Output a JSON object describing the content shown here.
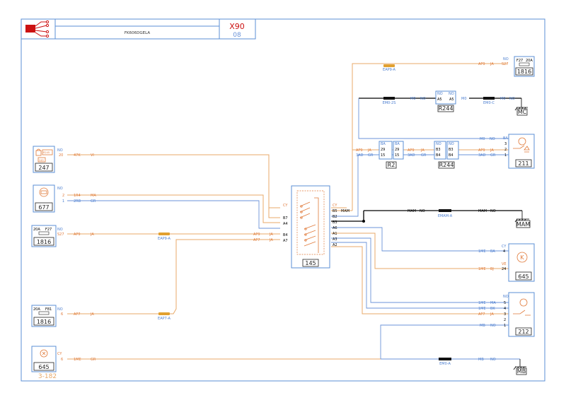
{
  "header": {
    "title": "FK606DGELA",
    "page_code": "X90",
    "page_number": "08",
    "page_ref": "3-182"
  },
  "colors": {
    "frame": "#5b8fd6",
    "wire_blue": "#6b93d8",
    "wire_orange": "#e8a968",
    "label_blue": "#4d7fd0",
    "label_orange": "#e07a3a",
    "connector": "#e1a030",
    "black": "#000000",
    "logo_red": "#cc1111"
  },
  "components": [
    {
      "id": "c1816a",
      "code": "1816",
      "labels": [
        "F27",
        "20A"
      ],
      "fuse": true
    },
    {
      "id": "r244a",
      "code": "R244",
      "pins": [
        "A5",
        "A5"
      ]
    },
    {
      "id": "c247",
      "code": "247",
      "icon": "lock-relay-icon",
      "sublabels": [
        "R245",
        "245"
      ]
    },
    {
      "id": "r2",
      "code": "R2",
      "pins": [
        "29",
        "29",
        "15",
        "15"
      ]
    },
    {
      "id": "r244b",
      "code": "R244",
      "pins": [
        "B3",
        "B3",
        "B4",
        "B4"
      ]
    },
    {
      "id": "c211",
      "code": "211",
      "icon": "switch-lamp-icon"
    },
    {
      "id": "c677",
      "code": "677",
      "icon": "motor-icon"
    },
    {
      "id": "c145",
      "code": "145",
      "icon": "switch-block-icon"
    },
    {
      "id": "c1816b",
      "code": "1816",
      "labels": [
        "20A",
        "F27"
      ],
      "fuse": true
    },
    {
      "id": "c645a",
      "code": "645",
      "icon": "k-relay-icon"
    },
    {
      "id": "c212",
      "code": "212",
      "icon": "light-switch-icon"
    },
    {
      "id": "c1816c",
      "code": "1816",
      "labels": [
        "20A",
        "F81"
      ],
      "fuse": true
    },
    {
      "id": "c645b",
      "code": "645",
      "icon": "lamp-icon"
    }
  ],
  "grounds": [
    "MC",
    "MAM",
    "MB"
  ],
  "splices": [
    "EAP9-A",
    "EM0-2S",
    "EM0-C",
    "EMAM-A",
    "EAP9-A",
    "EAP7-A",
    "EM0-A"
  ],
  "wire_labels": {
    "ap9": "AP9",
    "ja": "JA",
    "no": "NO",
    "m0": "M0",
    "mc": "MC",
    "ba": "BA",
    "3ad": "3AD",
    "gr": "GR",
    "vi": "VI",
    "47k": "47K",
    "rd4": "1R4",
    "rd2": "2RB",
    "cy": "CY",
    "mam": "MAM",
    "ap7": "AP7",
    "1me": "1ME",
    "ve": "VE",
    "bj": "BJ",
    "bk": "BK",
    "ma": "MA",
    "mb": "MB",
    "mi": "MI",
    "s27": "S27",
    "pin4": "4",
    "pin24": "24",
    "pin1": "1",
    "pin2": "2",
    "pin3": "3",
    "pin5": "5",
    "pin6": "6",
    "pin20": "20"
  },
  "c145_pins": {
    "left": [
      "CY",
      "B7",
      "A4",
      "B4",
      "A7"
    ],
    "right": [
      "CY",
      "B5",
      "B2",
      "B3",
      "A6",
      "A1",
      "A3",
      "A2"
    ]
  }
}
